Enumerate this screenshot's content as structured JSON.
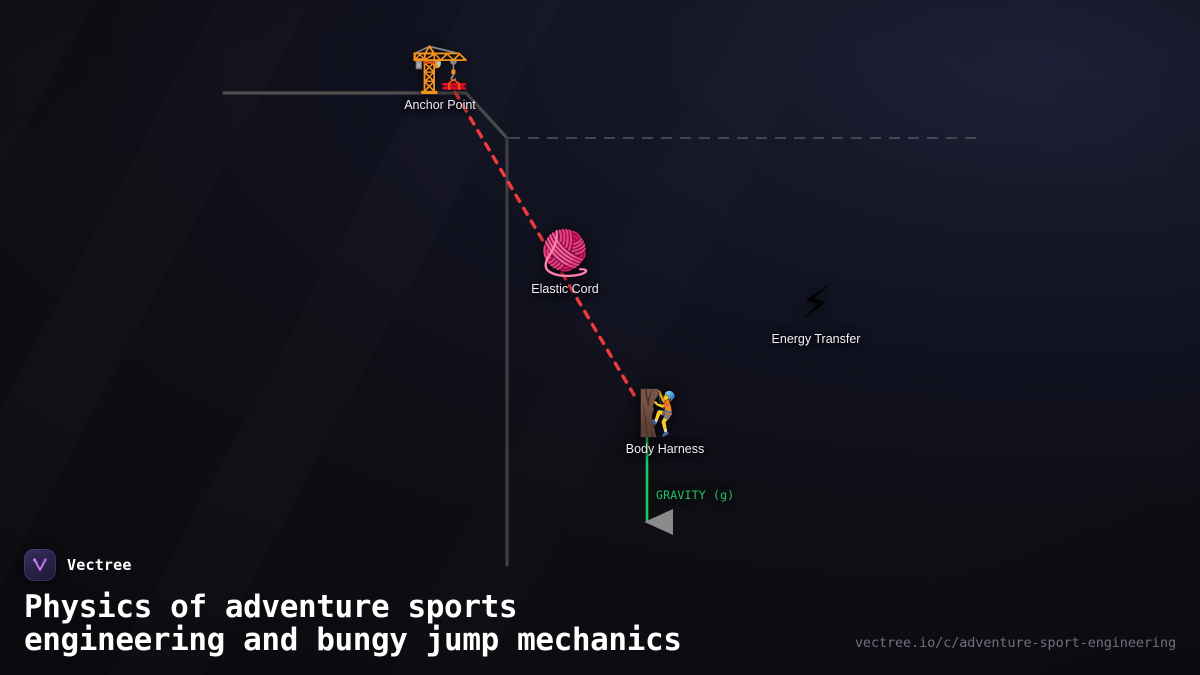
{
  "canvas": {
    "background_dark": "#0e0e13",
    "background_navy": "#1e2038"
  },
  "scene": {
    "terrain": {
      "name": "cliff-platform",
      "stroke": "#4a4a4a",
      "top_edge_label": "",
      "guide_line_style": "dashed",
      "guide_line_color": "#5a5a5a"
    },
    "bungee_cord": {
      "name": "bungee-cord",
      "color": "#ef3b3b",
      "style": "dashed"
    },
    "gravity_vector": {
      "label": "GRAVITY (g)",
      "color": "#22c55e",
      "arrowhead_color": "#8a8a8a"
    },
    "nodes": [
      {
        "id": "anchor",
        "icon": "crane-icon",
        "glyph": "🏗️",
        "label": "Anchor Point"
      },
      {
        "id": "cord",
        "icon": "yarn-ball-icon",
        "glyph": "🧶",
        "label": "Elastic Cord"
      },
      {
        "id": "energy",
        "icon": "high-voltage-icon",
        "glyph": "⚡",
        "label": "Energy Transfer"
      },
      {
        "id": "harness",
        "icon": "climbing-person-icon",
        "glyph": "🧗",
        "label": "Body Harness"
      }
    ]
  },
  "footer": {
    "brand_name": "Vectree",
    "brand_mark_icon": "vectree-logo-icon",
    "headline_line1": "Physics of adventure sports",
    "headline_line2": "engineering and bungy jump mechanics",
    "site_url": "vectree.io/c/adventure-sport-engineering",
    "accent_color": "#a874ff"
  }
}
